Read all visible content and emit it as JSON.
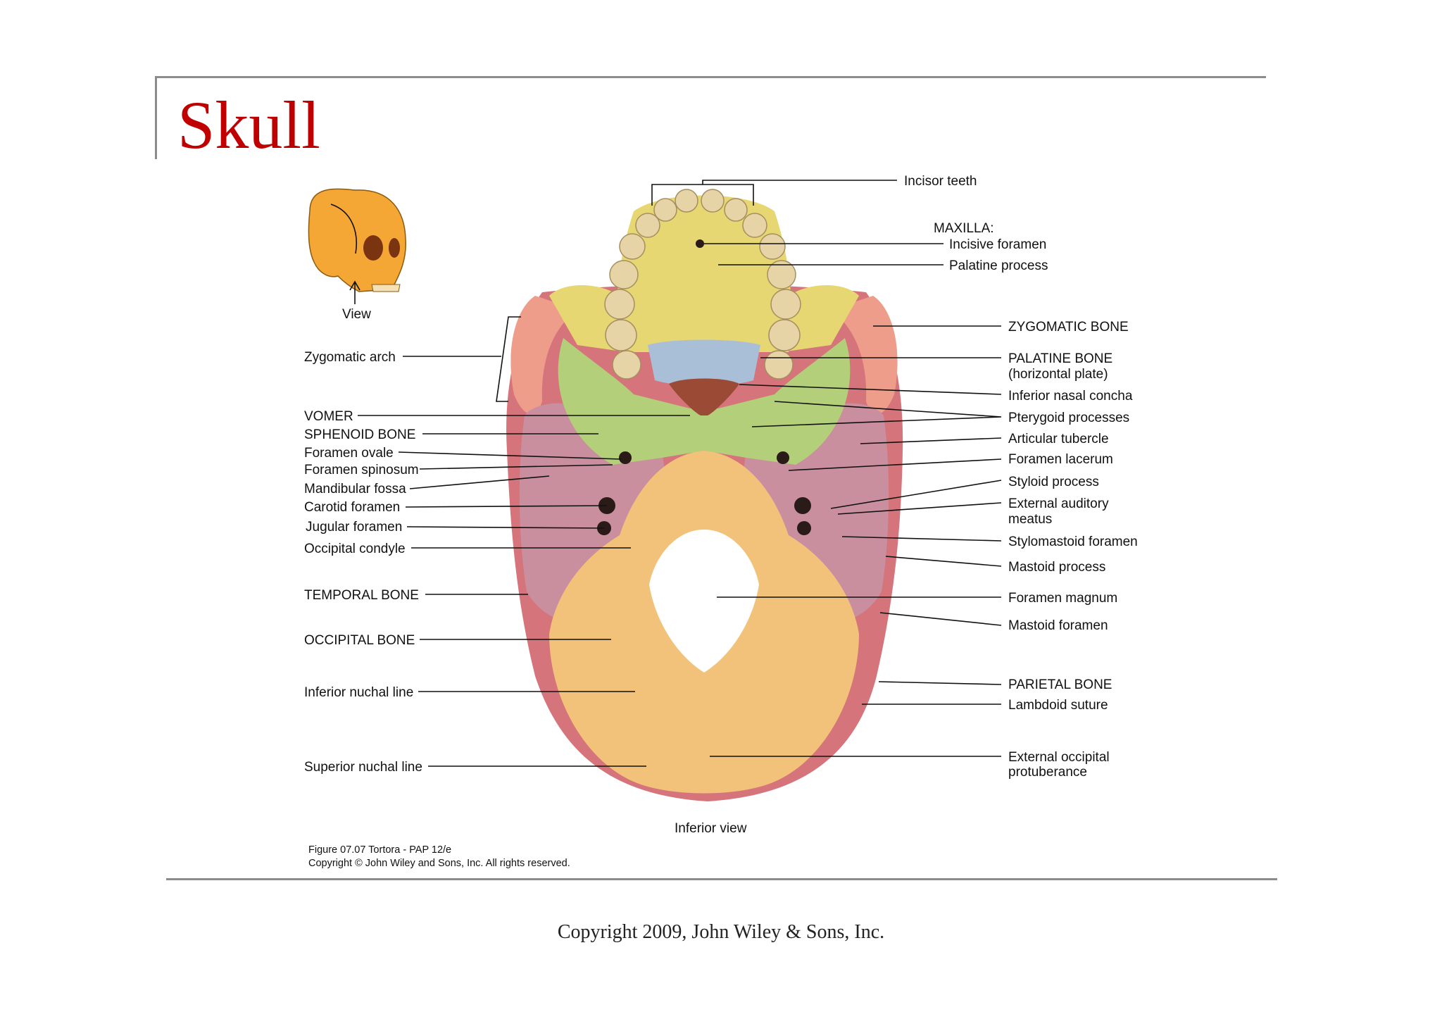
{
  "slide": {
    "title": "Skull",
    "footer": "Copyright 2009, John Wiley & Sons, Inc."
  },
  "figure": {
    "view_label": "View",
    "caption": "Inferior view",
    "credit_line1": "Figure 07.07  Tortora - PAP 12/e",
    "credit_line2": "Copyright © John Wiley and Sons, Inc. All rights reserved.",
    "left_labels": [
      "Zygomatic arch",
      "VOMER",
      "SPHENOID BONE",
      "Foramen ovale",
      "Foramen spinosum",
      "Mandibular fossa",
      "Carotid foramen",
      "Jugular foramen",
      "Occipital condyle",
      "TEMPORAL BONE",
      "OCCIPITAL BONE",
      "Inferior nuchal line",
      "Superior nuchal line"
    ],
    "right_labels": {
      "incisor_teeth": "Incisor teeth",
      "maxilla": "MAXILLA:",
      "incisive_foramen": "Incisive foramen",
      "palatine_process": "Palatine process",
      "zygomatic_bone": "ZYGOMATIC BONE",
      "palatine_bone_1": "PALATINE BONE",
      "palatine_bone_2": "(horizontal plate)",
      "inferior_nasal_concha": "Inferior nasal concha",
      "pterygoid_processes": "Pterygoid processes",
      "articular_tubercle": "Articular tubercle",
      "foramen_lacerum": "Foramen lacerum",
      "styloid_process": "Styloid process",
      "external_auditory_1": "External auditory",
      "external_auditory_2": "meatus",
      "stylomastoid_foramen": "Stylomastoid foramen",
      "mastoid_process": "Mastoid process",
      "foramen_magnum": "Foramen magnum",
      "mastoid_foramen": "Mastoid foramen",
      "parietal_bone": "PARIETAL BONE",
      "lambdoid_suture": "Lambdoid suture",
      "external_occipital_1": "External occipital",
      "external_occipital_2": "protuberance"
    },
    "colors": {
      "maxilla": "#e6d772",
      "palatine": "#a9bfd8",
      "sphenoid": "#b3cf7a",
      "temporal": "#c98f9e",
      "occipital": "#f2c27a",
      "zygomatic": "#e9a48c",
      "teeth": "#e6d3a6",
      "vomer": "#9a4a35",
      "title": "#c00000"
    }
  }
}
